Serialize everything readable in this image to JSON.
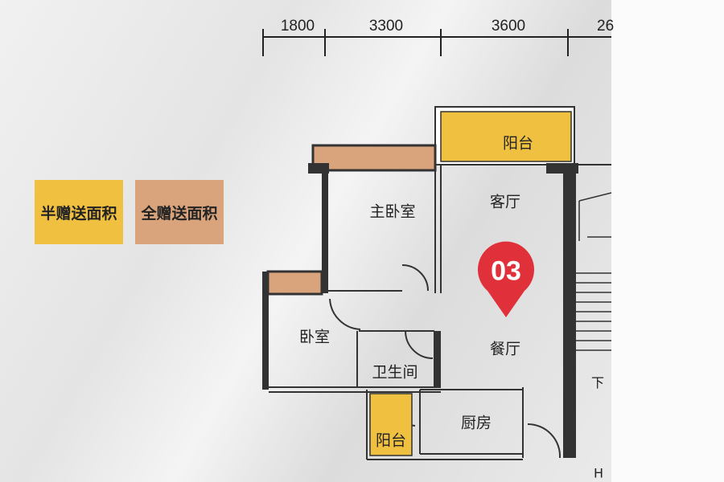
{
  "legend": {
    "half_gift_area": {
      "label": "半赠送面积",
      "color": "#F0C040"
    },
    "full_gift_area": {
      "label": "全赠送面积",
      "color": "#D9A47C"
    }
  },
  "dimensions": [
    "1800",
    "3300",
    "3600",
    "26"
  ],
  "rooms": {
    "balcony_main": "阳台",
    "master_bedroom": "主卧室",
    "living_room": "客厅",
    "bedroom": "卧室",
    "bathroom": "卫生间",
    "dining_room": "餐厅",
    "kitchen": "厨房",
    "balcony_small": "阳台"
  },
  "marker": {
    "label": "03",
    "color": "#E0303A"
  },
  "stair_labels": {
    "down": "下",
    "h": "H"
  }
}
